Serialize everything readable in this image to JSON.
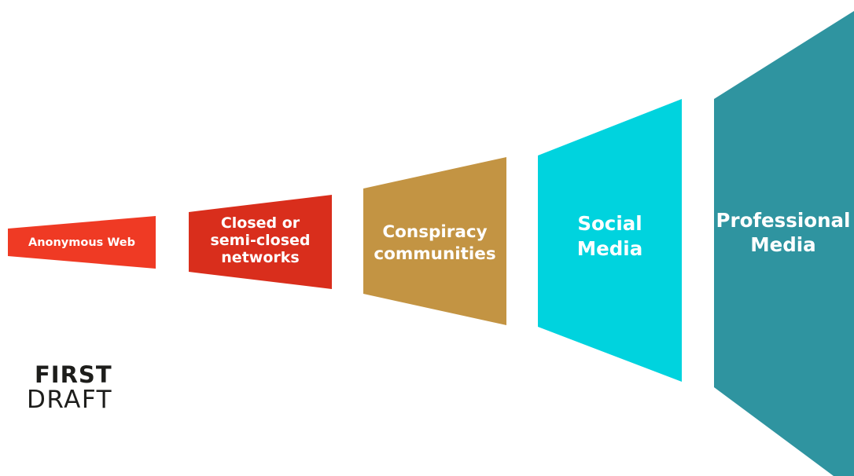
{
  "stages": [
    {
      "label": "Anonymous Web",
      "color": "#ef3a24"
    },
    {
      "label": "Closed or\nsemi-closed\nnetworks",
      "color": "#d92e1c"
    },
    {
      "label": "Conspiracy\ncommunities",
      "color": "#c39443"
    },
    {
      "label": "Social\nMedia",
      "color": "#00d3de"
    },
    {
      "label": "Professional\nMedia",
      "color": "#2f94a0"
    }
  ],
  "logo": {
    "line1": "FIRST",
    "line2": "DRAFT"
  }
}
